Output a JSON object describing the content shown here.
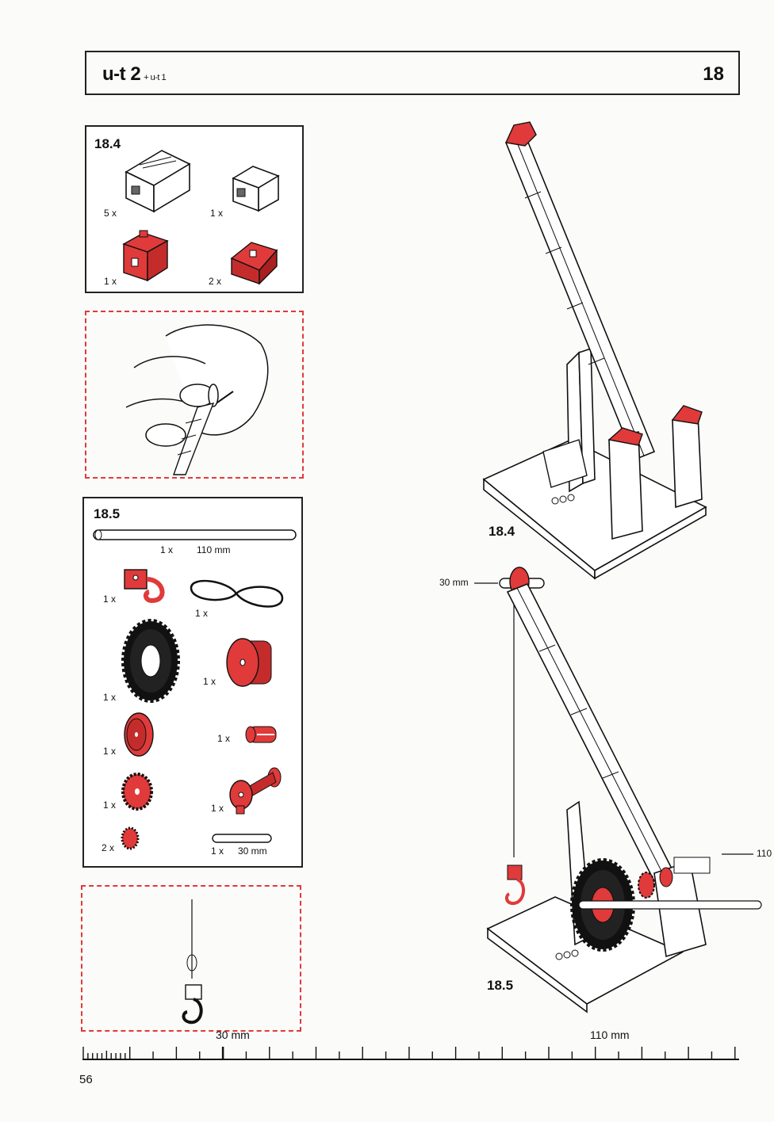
{
  "header": {
    "title": "u-t 2",
    "subtitle": "+ u-t 1",
    "page_code": "18"
  },
  "parts_18_4": {
    "title": "18.4",
    "items": [
      {
        "qty": "5 x",
        "icon": "building-block-30-icon"
      },
      {
        "qty": "1 x",
        "icon": "building-block-15-icon"
      },
      {
        "qty": "1 x",
        "icon": "red-angle-block-icon"
      },
      {
        "qty": "2 x",
        "icon": "red-roof-block-icon"
      }
    ]
  },
  "parts_18_5": {
    "title": "18.5",
    "axle": {
      "qty": "1 x",
      "length": "110 mm"
    },
    "items": [
      {
        "qty": "1 x",
        "icon": "red-hook-icon"
      },
      {
        "qty": "1 x",
        "icon": "rubber-band-icon"
      },
      {
        "qty": "1 x",
        "icon": "black-gear-wheel-icon"
      },
      {
        "qty": "1 x",
        "icon": "red-hub-icon"
      },
      {
        "qty": "1 x",
        "icon": "red-pulley-icon"
      },
      {
        "qty": "1 x",
        "icon": "red-clip-icon"
      },
      {
        "qty": "1 x",
        "icon": "red-gear-large-icon"
      },
      {
        "qty": "1 x",
        "icon": "red-winch-drum-icon"
      },
      {
        "qty": "2 x",
        "icon": "red-gear-small-icon"
      }
    ],
    "short_axle": {
      "qty": "1 x",
      "length": "30 mm"
    }
  },
  "illustrations": {
    "crane_18_4_label": "18.4",
    "crane_18_5_label": "18.5",
    "callout_30mm": "30 mm",
    "callout_110": "110"
  },
  "ruler": {
    "label_30": "30 mm",
    "label_110": "110 mm"
  },
  "page_number": "56",
  "colors": {
    "accent_red": "#e03a3a",
    "ink": "#111111"
  }
}
